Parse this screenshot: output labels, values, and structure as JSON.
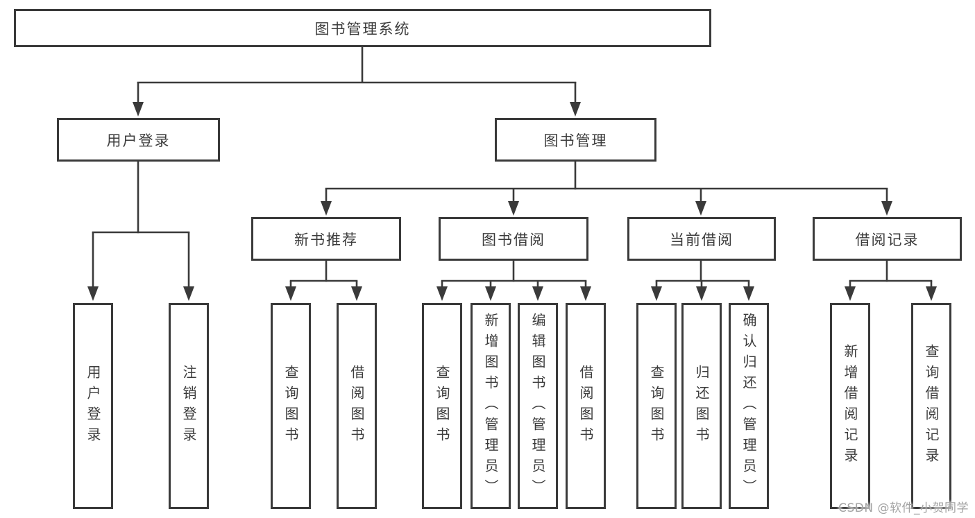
{
  "diagram": {
    "title": "图书管理系统",
    "branches": [
      {
        "label": "用户登录",
        "children": [
          "用户登录",
          "注销登录"
        ]
      },
      {
        "label": "图书管理",
        "sections": [
          {
            "label": "新书推荐",
            "children": [
              "查询图书",
              "借阅图书"
            ]
          },
          {
            "label": "图书借阅",
            "children": [
              "查询图书",
              "新增图书（管理员）",
              "编辑图书（管理员）",
              "借阅图书"
            ]
          },
          {
            "label": "当前借阅",
            "children": [
              "查询图书",
              "归还图书",
              "确认归还（管理员）"
            ]
          },
          {
            "label": "借阅记录",
            "children": [
              "新增借阅记录",
              "查询借阅记录"
            ]
          }
        ]
      }
    ]
  },
  "watermark": {
    "text": "CSDN @软件_小贺同学"
  },
  "colors": {
    "line": "#3a3a3a",
    "text": "#3c3c3c",
    "watermark_gray": "#a3a3a3",
    "background": "#ffffff"
  }
}
